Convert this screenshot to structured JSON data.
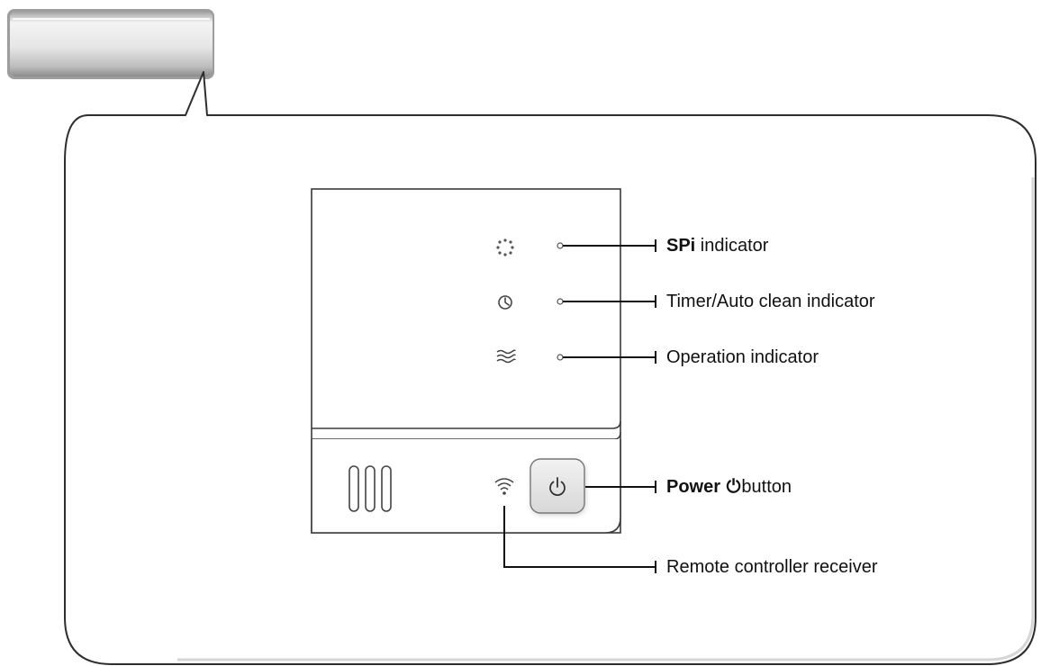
{
  "labels": {
    "spi_strong": "SPi",
    "spi_rest": " indicator",
    "timer": "Timer/Auto clean indicator",
    "operation": "Operation indicator",
    "power_strong": "Power",
    "power_glyph": "⏻",
    "power_rest": "button",
    "remote": "Remote controller receiver"
  },
  "icons": {
    "spi": "spi-indicator-icon",
    "timer": "clock-icon",
    "operation": "airflow-waves-icon",
    "receiver": "wifi-signal-icon",
    "power": "power-icon",
    "vent": "vent-slots-icon"
  },
  "colors": {
    "panel_outline": "#3a3a3a",
    "button_fill": "#e6e6e6",
    "leader_line": "#111111"
  }
}
